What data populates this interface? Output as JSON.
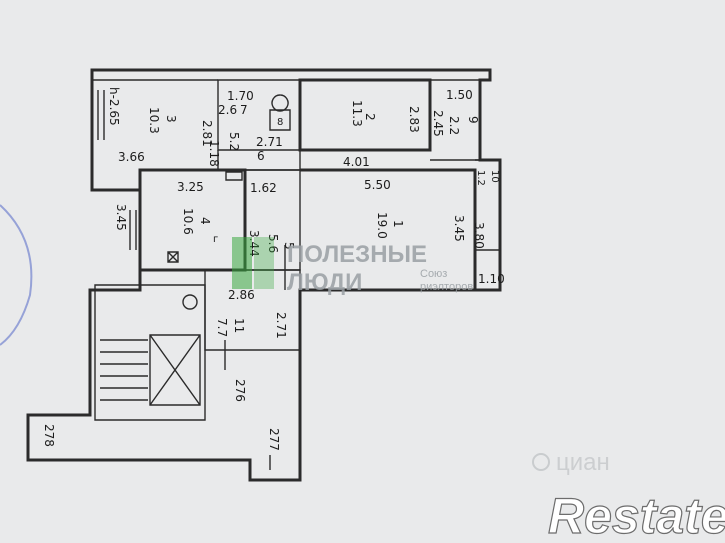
{
  "rooms": [
    {
      "id": "r3",
      "number": "3",
      "area": "10.3",
      "heights": "h-2.65",
      "dims": [
        "3.66",
        "2.81"
      ]
    },
    {
      "id": "r7",
      "number": "7",
      "area": "2.6",
      "dims": [
        "1.70"
      ]
    },
    {
      "id": "r8",
      "number": "8",
      "area": "2.71",
      "dims": [
        "1.18",
        "2.71"
      ]
    },
    {
      "id": "r6",
      "number": "6",
      "area": "5.2"
    },
    {
      "id": "r2",
      "number": "2",
      "area": "11.3",
      "dims": [
        "2.83",
        "4.01"
      ]
    },
    {
      "id": "r9",
      "number": "9",
      "area": "2.2",
      "dims": [
        "1.50",
        "2.45"
      ]
    },
    {
      "id": "r10",
      "number": "10",
      "area": "1.2",
      "dims": [
        "1.10"
      ]
    },
    {
      "id": "r4",
      "number": "4",
      "area": "10.6",
      "dims": [
        "3.25",
        "3.45",
        "1.62"
      ]
    },
    {
      "id": "r1",
      "number": "1",
      "area": "19.0",
      "dims": [
        "5.50",
        "3.45",
        "3.80"
      ]
    },
    {
      "id": "r5",
      "number": "5",
      "area": "5.6",
      "dims": [
        "3.44"
      ]
    },
    {
      "id": "r11",
      "number": "11",
      "area": "7.7",
      "dims": [
        "2.86",
        "2.71"
      ]
    }
  ],
  "labels": {
    "d_166": "3.66",
    "d_281": "2.81",
    "d_265": "h-2.65",
    "d_103": "10.3",
    "d_3": "3",
    "d_170": "1.70",
    "d_7": "7",
    "d_26": "2.6",
    "d_118": "1.18",
    "d_271a": "2.71",
    "d_6": "6",
    "d_52": "5.2",
    "d_8": "8",
    "d_2": "2",
    "d_113": "11.3",
    "d_283": "2.83",
    "d_401": "4.01",
    "d_150": "1.50",
    "d_9": "9",
    "d_22": "2.2",
    "d_245": "2.45",
    "d_10": "10",
    "d_12": "1.2",
    "d_110": "1.10",
    "d_325": "3.25",
    "d_345a": "3.45",
    "d_4": "4",
    "d_106": "10.6",
    "d_162": "1.62",
    "d_r": "г",
    "d_550": "5.50",
    "d_1": "1",
    "d_190": "19.0",
    "d_345b": "3.45",
    "d_380": "3.80",
    "d_344": "3.44",
    "d_56": "5.6",
    "d_5": "5",
    "d_286": "2.86",
    "d_11": "11",
    "d_77": "7.7",
    "d_271b": "2.71",
    "d_276": "276",
    "d_277": "277",
    "d_278": "278"
  },
  "watermarks": {
    "brand_line1": "ПОЛЕЗНЫЕ",
    "brand_line2": "ЛЮДИ",
    "brand_sub1": "Союз",
    "brand_sub2": "риэлторов",
    "cian": "циан",
    "restate": "Restate"
  },
  "colors": {
    "line": "#2b2b2b",
    "paper": "#e9eaeb",
    "logo_green": "#3aa83f"
  }
}
